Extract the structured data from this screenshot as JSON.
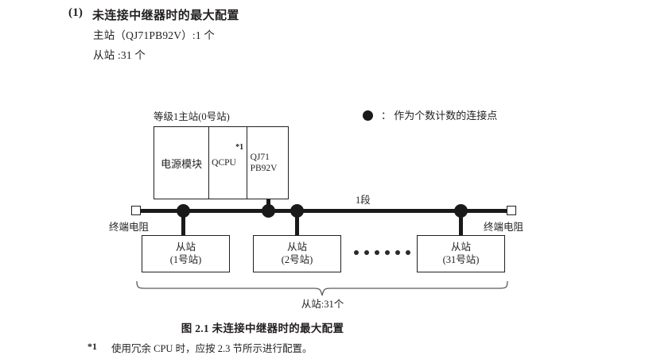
{
  "heading": {
    "number": "(1)",
    "title": "未连接中继器时的最大配置",
    "spec_master": "主站（QJ71PB92V）:1 个",
    "spec_slave": "从站 :31 个"
  },
  "legend": {
    "marker_icon": "filled-circle-icon",
    "text": "： 作为个数计数的连接点",
    "marker_color": "#1a1a1a"
  },
  "diagram": {
    "master": {
      "caption": "等级1主站(0号站)",
      "cells": [
        {
          "label": "电源模块",
          "note": ""
        },
        {
          "label": "QCPU",
          "note": "*1"
        },
        {
          "label": "QJ71\nPB92V",
          "note": ""
        }
      ]
    },
    "bus": {
      "segment_label": "1段",
      "terminator_left_label": "终端电阻",
      "terminator_right_label": "终端电阻",
      "connection_point_count": 4
    },
    "slaves": [
      {
        "title": "从站",
        "station": "(1号站)"
      },
      {
        "title": "从站",
        "station": "(2号站)"
      },
      {
        "title": "从站",
        "station": "(31号站)"
      }
    ],
    "ellipsis_dot_count": 6,
    "brace_label": "从站:31个"
  },
  "figure": {
    "caption": "图 2.1  未连接中继器时的最大配置"
  },
  "footnote": {
    "marker": "*1",
    "text": "使用冗余 CPU 时，应按 2.3 节所示进行配置。"
  }
}
